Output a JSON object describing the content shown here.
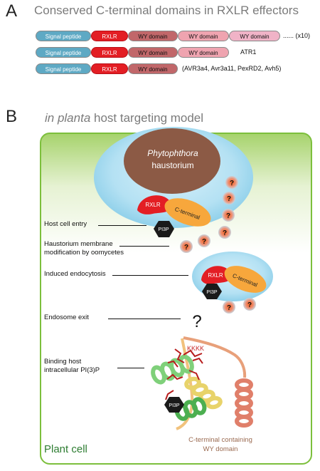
{
  "panel_a": {
    "letter": "A",
    "title": "Conserved C-terminal domains in RXLR effectors",
    "rows": [
      {
        "domains": [
          "Signal peptide",
          "RXLR",
          "WY domain",
          "WY domain",
          "WY domain"
        ],
        "suffix": "...... (x10)"
      },
      {
        "domains": [
          "Signal peptide",
          "RXLR",
          "WY domain",
          "WY domain"
        ],
        "suffix": "ATR1"
      },
      {
        "domains": [
          "Signal peptide",
          "RXLR",
          "WY domain"
        ],
        "suffix": "(AVR3a4, Avr3a11, PexRD2, Avh5)"
      }
    ]
  },
  "panel_b": {
    "letter": "B",
    "title_italic": "in planta",
    "title_rest": " host targeting model",
    "haustorium_line1": "Phytophthora",
    "haustorium_line2": "haustorium",
    "rxlr_label": "RXLR",
    "cterm_label": "C-terminal",
    "pi3p_label": "PI3P",
    "question": "?",
    "steps": {
      "host_cell_entry": "Host cell entry",
      "membrane_line1": "Haustorium membrane",
      "membrane_line2": "modification by oomycetes",
      "endocytosis": "Induced endocytosis",
      "endosome_exit": "Endosome exit",
      "binding_line1": "Binding host",
      "binding_line2": "intracellular PI(3)P"
    },
    "kkkk": "KKKK",
    "structure_caption_line1": "C-terminal containing",
    "structure_caption_line2": "WY domain",
    "plant_cell": "Plant cell"
  },
  "colors": {
    "signal_peptide": "#5ea9c4",
    "rxlr": "#e31e24",
    "wy_dark": "#c1676a",
    "wy_light": "#efa4b0",
    "cterm": "#f7a73c",
    "haustorium": "#8c5a45",
    "cytoplasm": "#b9e3f3",
    "cell_border": "#7cbf3c",
    "plant_cell_text": "#2e7d32"
  }
}
